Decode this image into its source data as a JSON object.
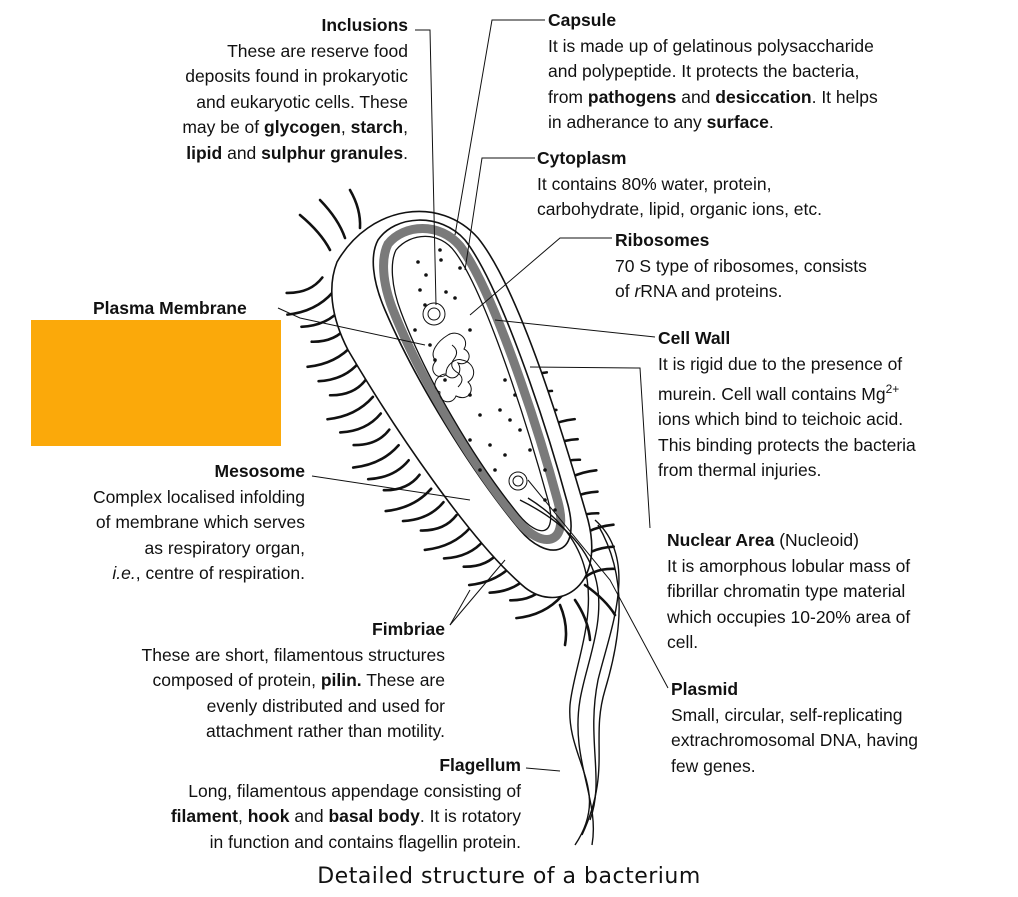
{
  "caption": "Detailed structure of a bacterium",
  "colors": {
    "orange_block": "#FBA90A",
    "wall": "#7a7a7a",
    "ink": "#111111"
  },
  "labels": {
    "inclusions": {
      "title": "Inclusions",
      "l1": "These are reserve food",
      "l2": "deposits found in prokaryotic",
      "l3": "and eukaryotic cells. These",
      "l4a": "may be of ",
      "l4b": "glycogen",
      "l4c": ", ",
      "l4d": "starch",
      "l4e": ",",
      "l5a": "lipid",
      "l5b": " and ",
      "l5c": "sulphur granules",
      "l5d": "."
    },
    "capsule": {
      "title": "Capsule",
      "l1": "It is made up of gelatinous polysaccharide",
      "l2": "and polypeptide. It protects the bacteria,",
      "l3a": "from ",
      "l3b": "pathogens",
      "l3c": " and ",
      "l3d": "desiccation",
      "l3e": ". It helps",
      "l4a": "in adherance to any ",
      "l4b": "surface",
      "l4c": "."
    },
    "cytoplasm": {
      "title": "Cytoplasm",
      "l1": "It contains 80% water, protein,",
      "l2": "carbohydrate, lipid, organic ions, etc."
    },
    "ribosomes": {
      "title": "Ribosomes",
      "l1": "70 S type of ribosomes, consists",
      "l2a": "of ",
      "l2b": "r",
      "l2c": "RNA and proteins."
    },
    "plasma_membrane": {
      "title": "Plasma Membrane"
    },
    "cell_wall": {
      "title": "Cell Wall",
      "l1": "It is rigid due to the  presence of",
      "l2a": "murein. Cell wall contains Mg",
      "l2b": "2+",
      "l3": "ions which bind to teichoic acid.",
      "l4": "This binding protects the bacteria",
      "l5": "from thermal injuries."
    },
    "mesosome": {
      "title": "Mesosome",
      "l1": "Complex localised infolding",
      "l2": "of membrane which serves",
      "l3": "as respiratory organ,",
      "l4a": "i.e.",
      "l4b": ", centre of respiration."
    },
    "nuclear_area": {
      "title": "Nuclear Area",
      "title_extra": " (Nucleoid)",
      "l1": "It is amorphous lobular mass of",
      "l2": "fibrillar chromatin type material",
      "l3": "which occupies 10-20% area of",
      "l4": "cell."
    },
    "fimbriae": {
      "title": "Fimbriae",
      "l1": "These are short, filamentous structures",
      "l2a": "composed of protein, ",
      "l2b": "pilin.",
      "l2c": " These are",
      "l3": "evenly distributed and used for",
      "l4": "attachment rather than motility."
    },
    "plasmid": {
      "title": "Plasmid",
      "l1": "Small, circular, self-replicating",
      "l2": "extrachromosomal DNA, having",
      "l3": "few genes."
    },
    "flagellum": {
      "title": "Flagellum",
      "l1": "Long, filamentous appendage consisting of",
      "l2a": "filament",
      "l2b": ", ",
      "l2c": "hook",
      "l2d": " and ",
      "l2e": "basal body",
      "l2f": ". It is rotatory",
      "l3": "in function and contains flagellin protein."
    }
  }
}
